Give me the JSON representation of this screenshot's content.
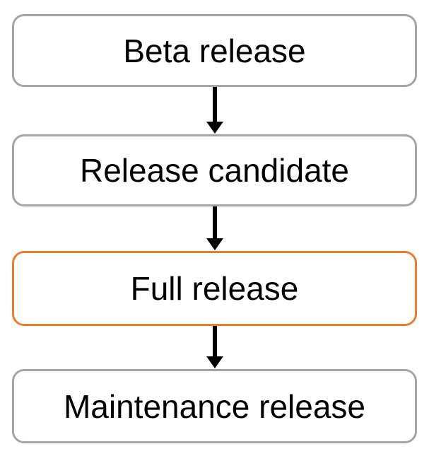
{
  "diagram": {
    "type": "flowchart",
    "direction": "top-down",
    "nodes": [
      {
        "label": "Beta release",
        "highlighted": false
      },
      {
        "label": "Release candidate",
        "highlighted": false
      },
      {
        "label": "Full release",
        "highlighted": true
      },
      {
        "label": "Maintenance release",
        "highlighted": false
      }
    ],
    "edges": [
      {
        "from": "Beta release",
        "to": "Release candidate",
        "style": "arrow-down"
      },
      {
        "from": "Release candidate",
        "to": "Full release",
        "style": "arrow-down"
      },
      {
        "from": "Full release",
        "to": "Maintenance release",
        "style": "arrow-down"
      }
    ],
    "colors": {
      "background": "#ffffff",
      "node_fill": "#ffffff",
      "node_border": "#a6a6a6",
      "highlight_border": "#ed7d31",
      "text": "#000000",
      "arrow": "#000000"
    }
  }
}
